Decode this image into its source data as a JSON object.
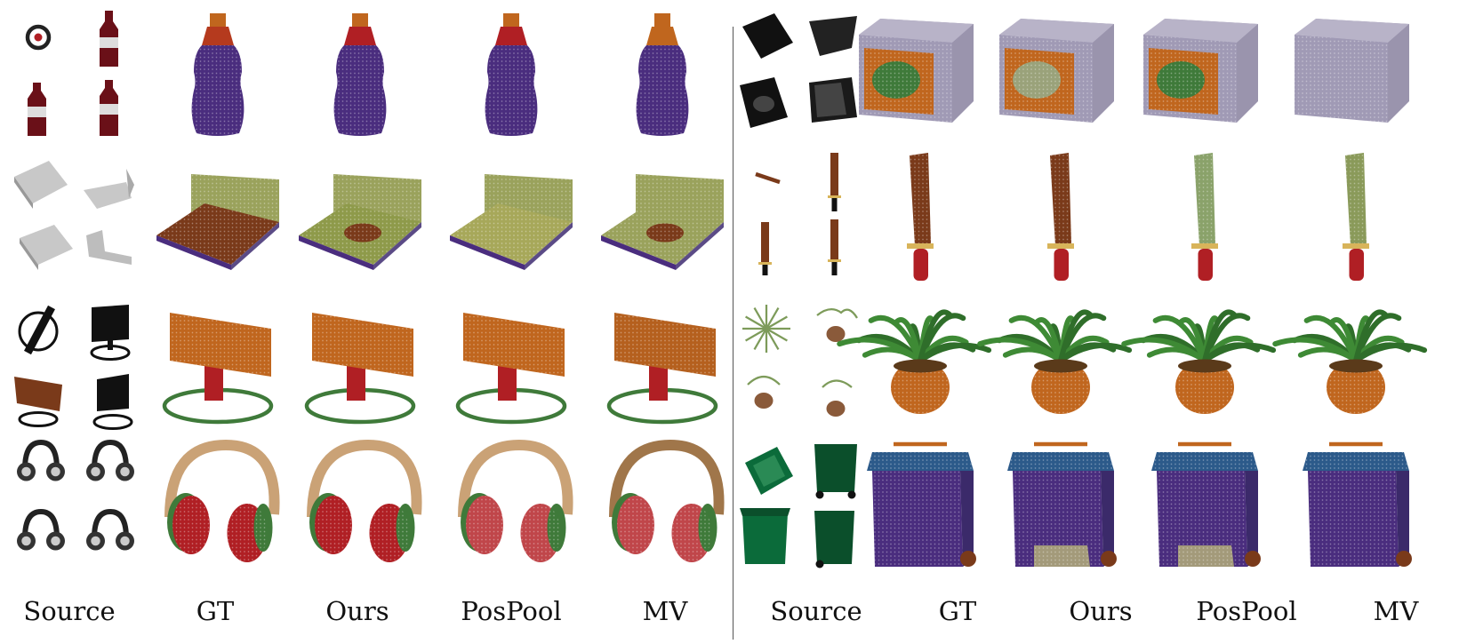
{
  "figure": {
    "left_labels": [
      "Source",
      "GT",
      "Ours",
      "PosPool",
      "MV"
    ],
    "right_labels": [
      "Source",
      "GT",
      "Ours",
      "PosPool",
      "MV"
    ],
    "left_rows": [
      "bottle-icon",
      "bed-icon",
      "monitor-icon",
      "headphones-icon"
    ],
    "right_rows": [
      "microwave-icon",
      "knife-icon",
      "potted-plant-icon",
      "trash-bin-icon"
    ],
    "colors": {
      "purple": "#4a2d7e",
      "orange": "#c0661e",
      "red": "#b01f24",
      "green": "#3f7a3a",
      "olive": "#9aa25c",
      "brown": "#7a3a1a",
      "navy": "#2c5a8a",
      "lavender": "#a09ab5",
      "grey": "#b9b9b9",
      "black": "#111111"
    }
  }
}
